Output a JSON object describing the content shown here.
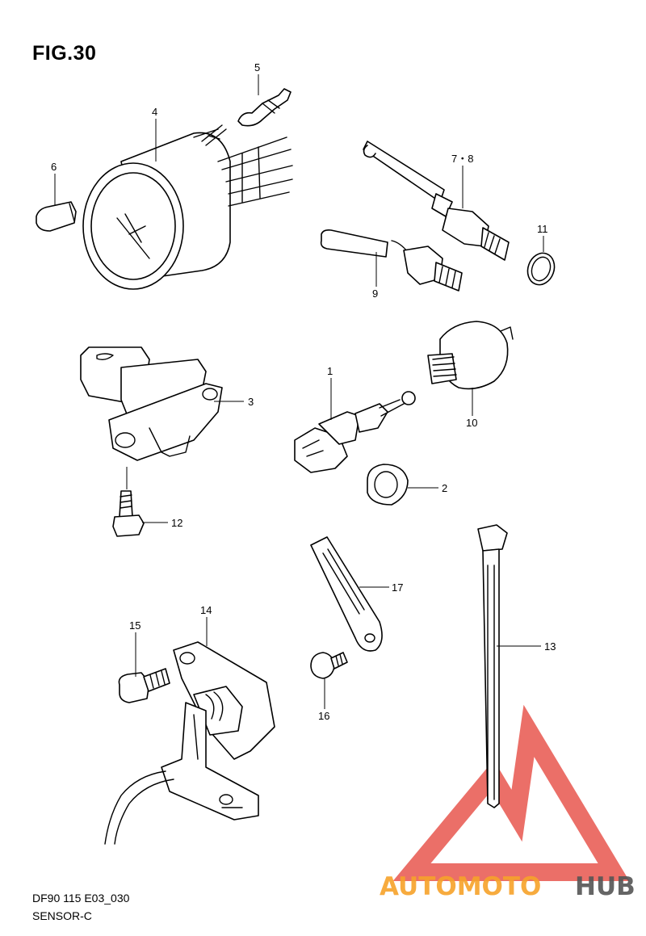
{
  "title": "FIG.30",
  "footer": {
    "code": "DF90 115 E03_030",
    "name": "SENSOR-C"
  },
  "callouts": [
    {
      "id": "1",
      "label": "1"
    },
    {
      "id": "2",
      "label": "2"
    },
    {
      "id": "3",
      "label": "3"
    },
    {
      "id": "4",
      "label": "4"
    },
    {
      "id": "5",
      "label": "5"
    },
    {
      "id": "6",
      "label": "6"
    },
    {
      "id": "7-8",
      "label": "7・8"
    },
    {
      "id": "9",
      "label": "9"
    },
    {
      "id": "10",
      "label": "10"
    },
    {
      "id": "11",
      "label": "11"
    },
    {
      "id": "12",
      "label": "12"
    },
    {
      "id": "13",
      "label": "13"
    },
    {
      "id": "14",
      "label": "14"
    },
    {
      "id": "15",
      "label": "15"
    },
    {
      "id": "16",
      "label": "16"
    },
    {
      "id": "17",
      "label": "17"
    }
  ],
  "watermark": {
    "part1": "AUTOMOTO",
    "part2": "HUB",
    "colors": {
      "red": "#e8564e",
      "orange": "#f7a22a",
      "grey": "#555555"
    }
  }
}
